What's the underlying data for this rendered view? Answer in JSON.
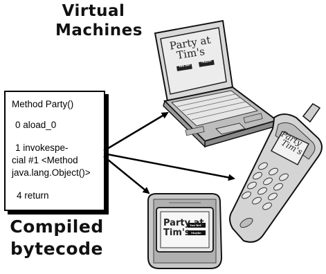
{
  "headings": {
    "virtual_machines": [
      "Virtual",
      "Machines"
    ],
    "compiled_bytecode": [
      "Compiled",
      "bytecode"
    ]
  },
  "bytecode": {
    "lines": [
      "Method Party()",
      "0 aload_0",
      "1 invokespe-",
      "cial #1 <Method",
      "java.lang.Object()>",
      "4 return"
    ]
  },
  "devices": {
    "laptop": {
      "title": [
        "Party at",
        "Tim's"
      ],
      "buttons": [
        "You Bet",
        "Maybe"
      ]
    },
    "phone": {
      "title": [
        "Party",
        "Tim's"
      ]
    },
    "pda": {
      "title": [
        "Party at",
        "Tim's"
      ],
      "buttons": [
        "You bet",
        "Maybe"
      ]
    }
  }
}
